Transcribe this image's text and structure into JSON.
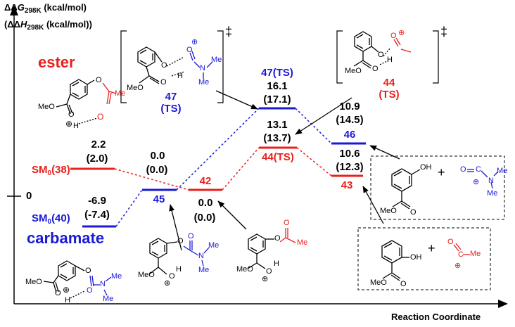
{
  "axis": {
    "y_title_line1_delta": "ΔΔ",
    "y_title_line1_sym": "G",
    "y_title_line1_sub": "298K",
    "y_title_line1_unit": " (kcal/mol)",
    "y_title_line2_open": "(ΔΔ",
    "y_title_line2_sym": "H",
    "y_title_line2_sub": "298K",
    "y_title_line2_unit": " (kcal/mol))",
    "x_title": "Reaction Coordinate",
    "zero_label": "0"
  },
  "pathway_labels": {
    "ester": "ester",
    "carbamate": "carbamate"
  },
  "states": {
    "sm38": {
      "pre": "SM",
      "sub": "0",
      "post": "(38)",
      "dg": "2.2",
      "dh": "(2.0)"
    },
    "sm40": {
      "pre": "SM",
      "sub": "0",
      "post": "(40)",
      "dg": "-6.9",
      "dh": "(-7.4)"
    },
    "s45": {
      "label": "45",
      "dg": "0.0",
      "dh": "(0.0)"
    },
    "s42": {
      "label": "42",
      "dg": "0.0",
      "dh": "(0.0)"
    },
    "ts47": {
      "label": "47(TS)",
      "dg": "16.1",
      "dh": "(17.1)"
    },
    "ts44": {
      "label": "44(TS)",
      "dg": "13.1",
      "dh": "(13.7)"
    },
    "s46": {
      "label": "46",
      "dg": "10.9",
      "dh": "(14.5)"
    },
    "s43": {
      "label": "43",
      "dg": "10.6",
      "dh": "(12.3)"
    }
  },
  "structures": {
    "ts47_label": "47",
    "ts47_sub": "(TS)",
    "ts44_label": "44",
    "ts44_sub": "(TS)",
    "dagger": "‡",
    "plus": "+",
    "atoms": {
      "O": "O",
      "H": "H",
      "N": "N",
      "C": "C",
      "OH": "OH",
      "MeO": "MeO",
      "Me": "Me",
      "plus_charge": "⊕"
    }
  },
  "colors": {
    "carbamate": "#1a1ad6",
    "ester": "#e8201e",
    "black": "#000000"
  }
}
